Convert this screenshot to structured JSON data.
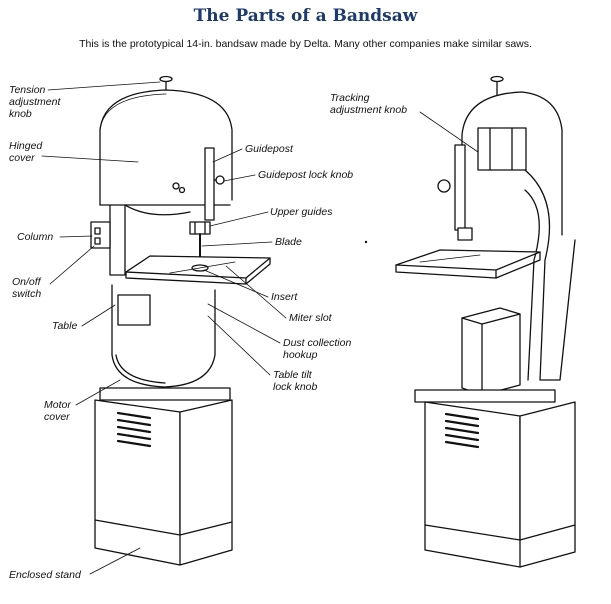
{
  "header": {
    "title": "The Parts of a Bandsaw",
    "subtitle": "This is the prototypical 14-in. bandsaw made by Delta. Many other companies make similar saws."
  },
  "labels": {
    "tension_adjustment_knob": "Tension\nadjustment\nknob",
    "hinged_cover": "Hinged\ncover",
    "column": "Column",
    "onoff_switch": "On/off\nswitch",
    "table": "Table",
    "motor_cover": "Motor\ncover",
    "enclosed_stand": "Enclosed stand",
    "guidepost": "Guidepost",
    "guidepost_lock_knob": "Guidepost lock knob",
    "upper_guides": "Upper guides",
    "blade": "Blade",
    "insert": "Insert",
    "miter_slot": "Miter slot",
    "dust_collection_hookup": "Dust collection\nhookup",
    "table_tilt_lock_knob": "Table tilt\nlock knob",
    "tracking_adjustment_knob": "Tracking\nadjustment knob"
  }
}
